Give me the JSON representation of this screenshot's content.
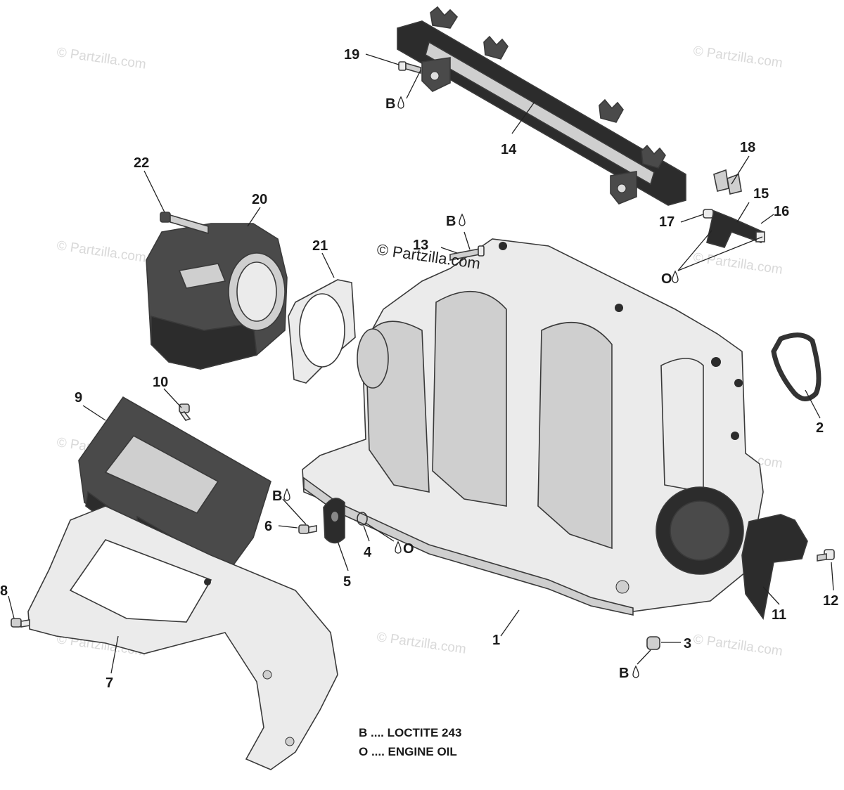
{
  "watermark": "© Partzilla.com",
  "callouts": [
    {
      "id": "c1",
      "text": "1"
    },
    {
      "id": "c2",
      "text": "2"
    },
    {
      "id": "c3",
      "text": "3"
    },
    {
      "id": "c4",
      "text": "4"
    },
    {
      "id": "c5",
      "text": "5"
    },
    {
      "id": "c6",
      "text": "6"
    },
    {
      "id": "c7",
      "text": "7"
    },
    {
      "id": "c8",
      "text": "8"
    },
    {
      "id": "c9",
      "text": "9"
    },
    {
      "id": "c10",
      "text": "10"
    },
    {
      "id": "c11",
      "text": "11"
    },
    {
      "id": "c12",
      "text": "12"
    },
    {
      "id": "c13",
      "text": "13"
    },
    {
      "id": "c14",
      "text": "14"
    },
    {
      "id": "c15",
      "text": "15"
    },
    {
      "id": "c16",
      "text": "16"
    },
    {
      "id": "c17",
      "text": "17"
    },
    {
      "id": "c18",
      "text": "18"
    },
    {
      "id": "c19",
      "text": "19"
    },
    {
      "id": "c20",
      "text": "20"
    },
    {
      "id": "c21",
      "text": "21"
    },
    {
      "id": "c22",
      "text": "22"
    }
  ],
  "symbol_letters": {
    "loctite": "B",
    "oil": "O"
  },
  "legend": {
    "line1": "B .... LOCTITE 243",
    "line2": "O .... ENGINE OIL"
  }
}
